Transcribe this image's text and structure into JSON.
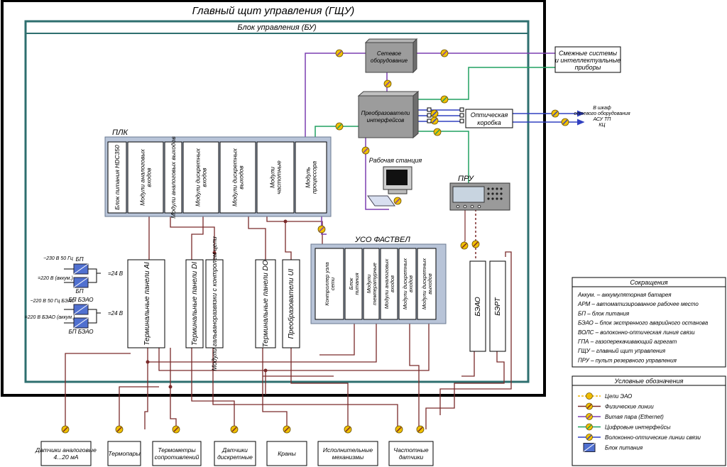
{
  "title": "Главный щит управления (ГЩУ)",
  "block_title": "Блок управления  (БУ)",
  "plc": {
    "label": "ПЛК",
    "modules": [
      "Блок питания HDC350",
      "Модули аналоговых входов",
      "Модули аналоговых выходов",
      "Модули дискретных входов",
      "Модули дискретных выходов",
      "Модули частотные",
      "Модуль процессора"
    ]
  },
  "uso": {
    "label": "УСО ФАСТВЕЛ",
    "modules": [
      "Контроллер узла сети",
      "Блок питания",
      "Модули температурные",
      "Модули аналоговых входов",
      "Модули дискретных входов",
      "Модули дискретных выходов"
    ]
  },
  "network_equipment": "Сетевое оборудование",
  "converters": "Преобразователи интерфейсов",
  "optical_box": "Оптическая коробка",
  "adjacent_systems": "Смежные системы и интеллектуальные приборы",
  "to_cabinet": "В шкаф сетевого оборудования АСУ ТП КЦ",
  "workstation": "Рабочая станция",
  "pru": "ПРУ",
  "panels": {
    "ai": "Терминальные панели AI",
    "di": "Терминальные панели DI",
    "galv": "Модули гальваноразвязки с контролем цепи",
    "do": "Терминальные панели DO",
    "ui": "Преобразователи UI",
    "bzao": "БЭАО",
    "bert": "БЭРТ"
  },
  "power": {
    "in1": "~230 В 50 Гц",
    "in2": "=220 В (аккум.)",
    "bp": "БП",
    "out": "=24 В",
    "in3": "~220 В 50 Гц БЭАО",
    "in4": "=220 В БЭАО (аккум.)",
    "bp_bzao": "БП БЭАО"
  },
  "sensors": [
    "Датчики аналоговые 4...20 мА",
    "Термопары",
    "Термометры сопротивлений",
    "Датчики дискретные",
    "Краны",
    "Исполнительные механизмы",
    "Частотные датчики"
  ],
  "abbreviations": {
    "title": "Сокращения",
    "items": [
      "Аккум. – аккумуляторная батарея",
      "АРМ – автоматизированное рабочее место",
      "БП – блок питания",
      "БЭАО – блок экстренного аварийного останова",
      "ВОЛС – волоконно-оптическая линия связи",
      "ГПА – газоперекачивающий агрегат",
      "ГЩУ – главный щит управления",
      "ПРУ – пульт резервного управления"
    ]
  },
  "legend": {
    "title": "Условные обозначения",
    "items": [
      {
        "label": "Цепи ЭАО",
        "color": "#f0b400"
      },
      {
        "label": "Физические линии",
        "color": "#7a2a2a"
      },
      {
        "label": "Витая пара (Ethernet)",
        "color": "#7b3fb0"
      },
      {
        "label": "Цифровые интерфейсы",
        "color": "#20a060"
      },
      {
        "label": "Волоконно-оптические линии связи",
        "color": "#3040c0"
      },
      {
        "label": "Блок питания",
        "color": "#5070d0"
      }
    ]
  },
  "colors": {
    "phys": "#7a2a2a",
    "eth": "#7b3fb0",
    "dig": "#20a060",
    "fiber": "#3040c0",
    "teal": "#2e6f6f",
    "plc": "#b8c4d8",
    "dev": "#8c8c8c"
  }
}
